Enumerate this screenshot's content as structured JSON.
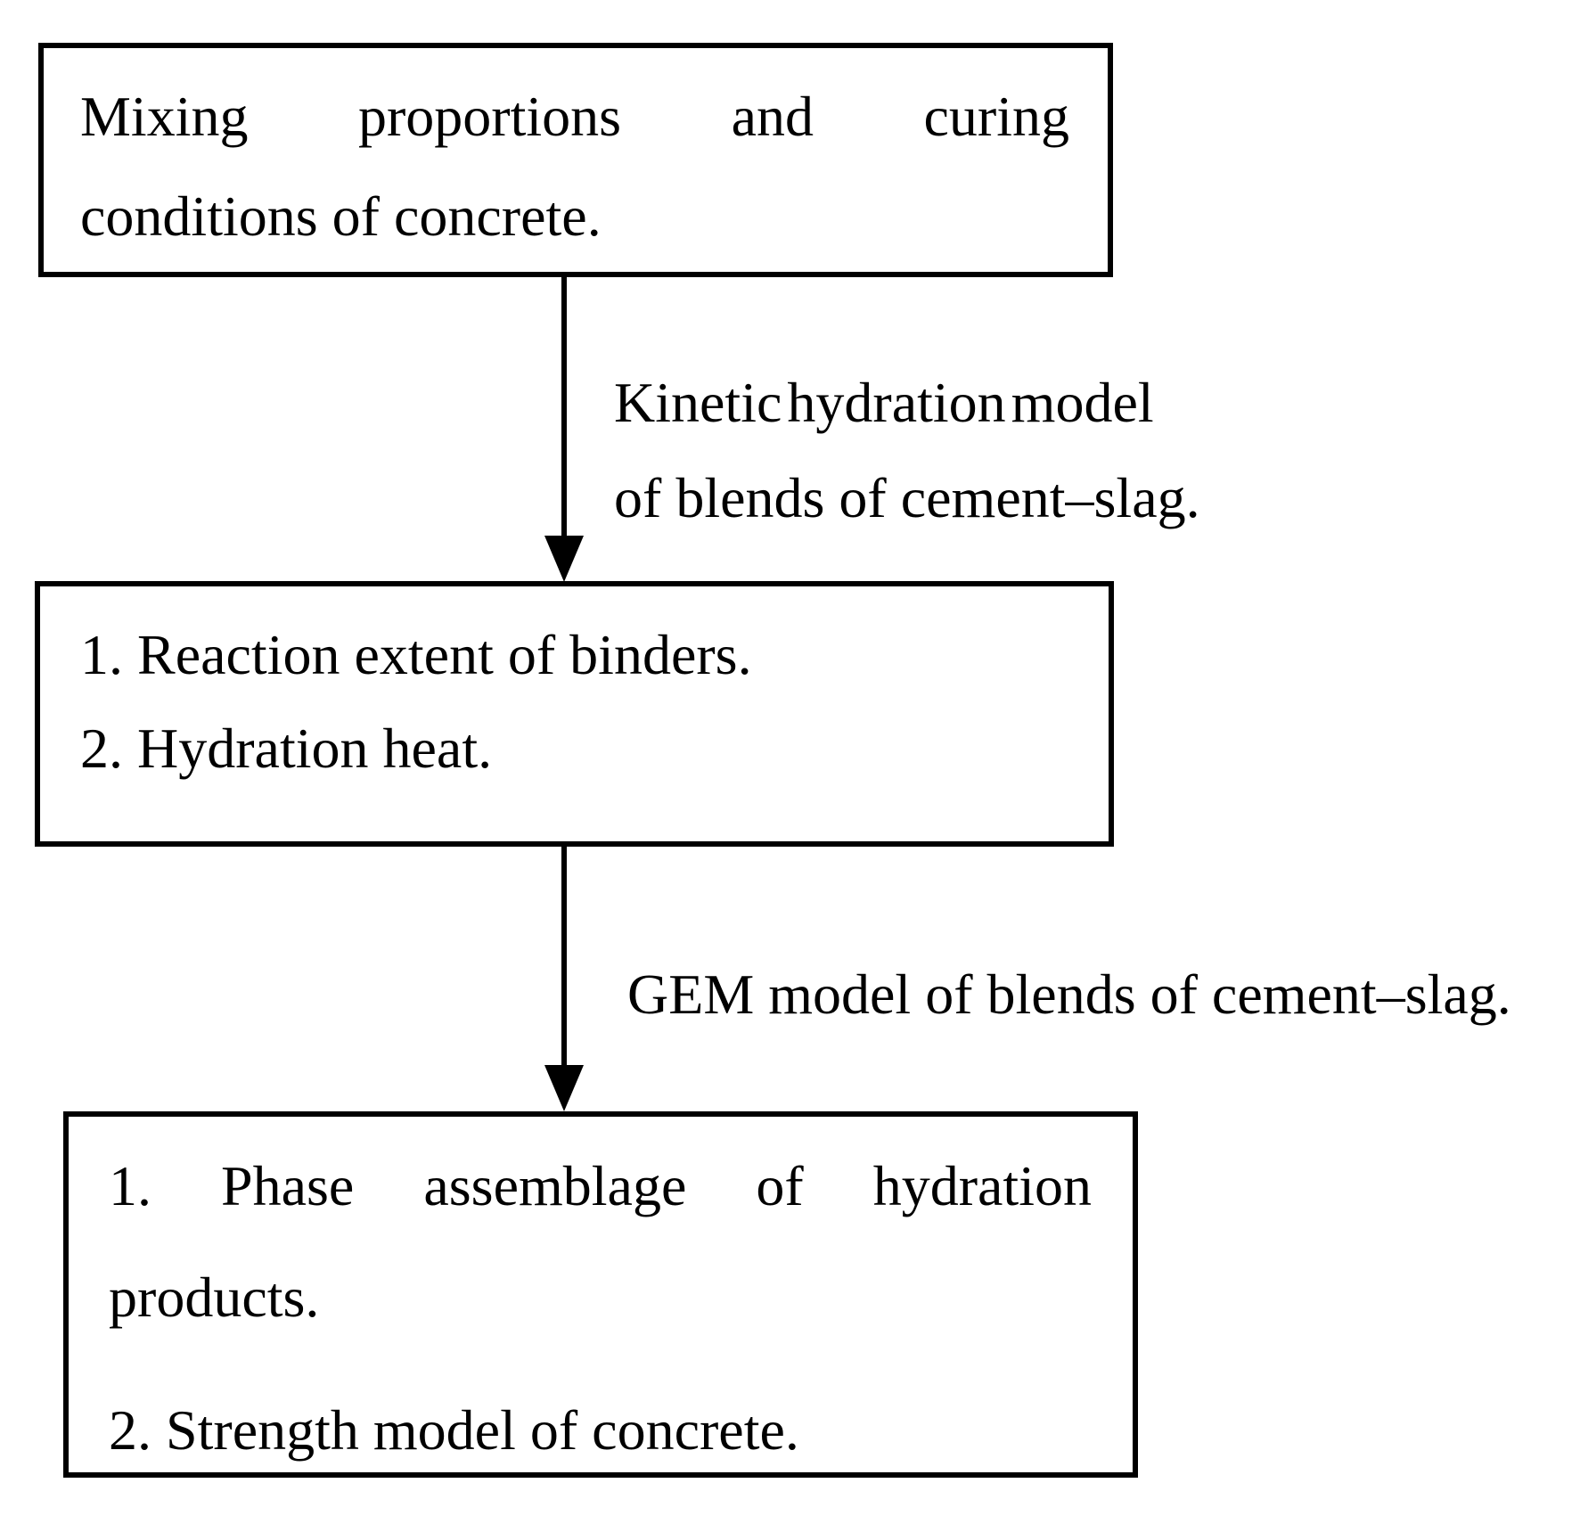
{
  "canvas": {
    "background": "#ffffff",
    "ink": "#000000"
  },
  "flowchart": {
    "box1": {
      "justified_words": [
        "Mixing",
        "proportions",
        "and",
        "curing"
      ],
      "line2": "conditions of concrete.",
      "full_text": "Mixing proportions and curing conditions of concrete."
    },
    "arrow1": {
      "from": "box1",
      "to": "box2",
      "label_line1": "Kinetic hydration model",
      "label_line2": "of blends of cement–slag."
    },
    "box2": {
      "item1": "1. Reaction extent of binders.",
      "item2": "2. Hydration heat."
    },
    "arrow2": {
      "from": "box2",
      "to": "box3",
      "label_line1": "GEM model of blends of cement–slag."
    },
    "box3": {
      "justified_words": [
        "1.",
        "Phase",
        "assemblage",
        "of",
        "hydration"
      ],
      "line2": "products.",
      "item2": "2. Strength model of concrete.",
      "full_item1": "1. Phase assemblage of hydration products."
    }
  }
}
